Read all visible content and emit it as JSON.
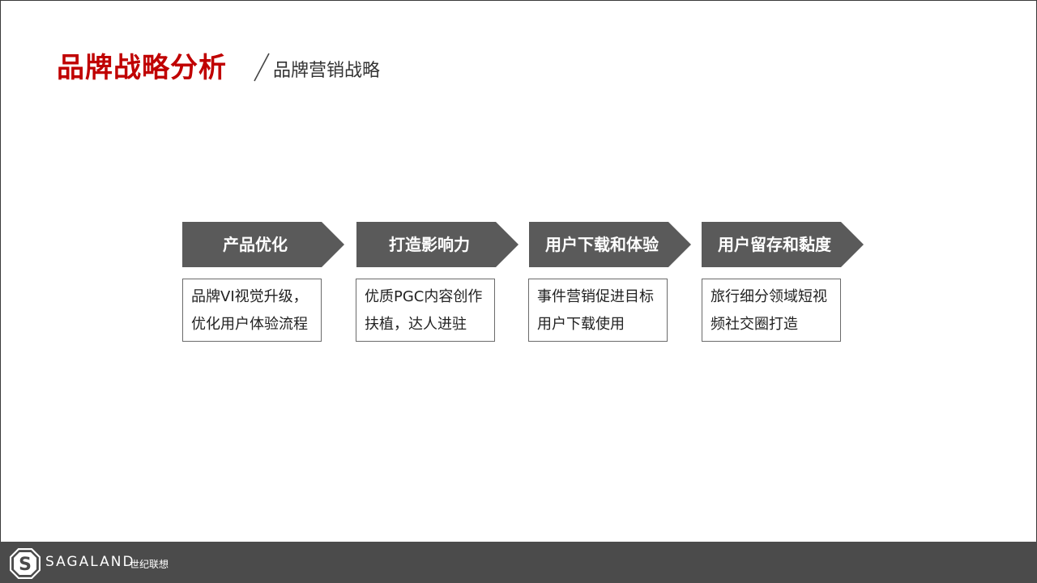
{
  "header": {
    "title": "品牌战略分析",
    "subtitle": "品牌营销战略"
  },
  "steps": [
    {
      "label": "产品优化",
      "lines": [
        "品牌VI视觉升级，",
        "优化用户体验流程"
      ]
    },
    {
      "label": "打造影响力",
      "lines": [
        "优质PGC内容创作",
        "扶植，达人进驻"
      ]
    },
    {
      "label": "用户下载和体验",
      "lines": [
        "事件营销促进目标",
        "用户下载使用"
      ]
    },
    {
      "label": "用户留存和黏度",
      "lines": [
        "旅行细分领域短视",
        "频社交圈打造"
      ]
    }
  ],
  "footer": {
    "brand": "SAGALAND",
    "brand_cn": "世纪联想",
    "logo_letter": "S"
  },
  "colors": {
    "title_red": "#c00000",
    "arrow_gray": "#5a5a5a",
    "footer_bg": "#4b4b4b"
  }
}
